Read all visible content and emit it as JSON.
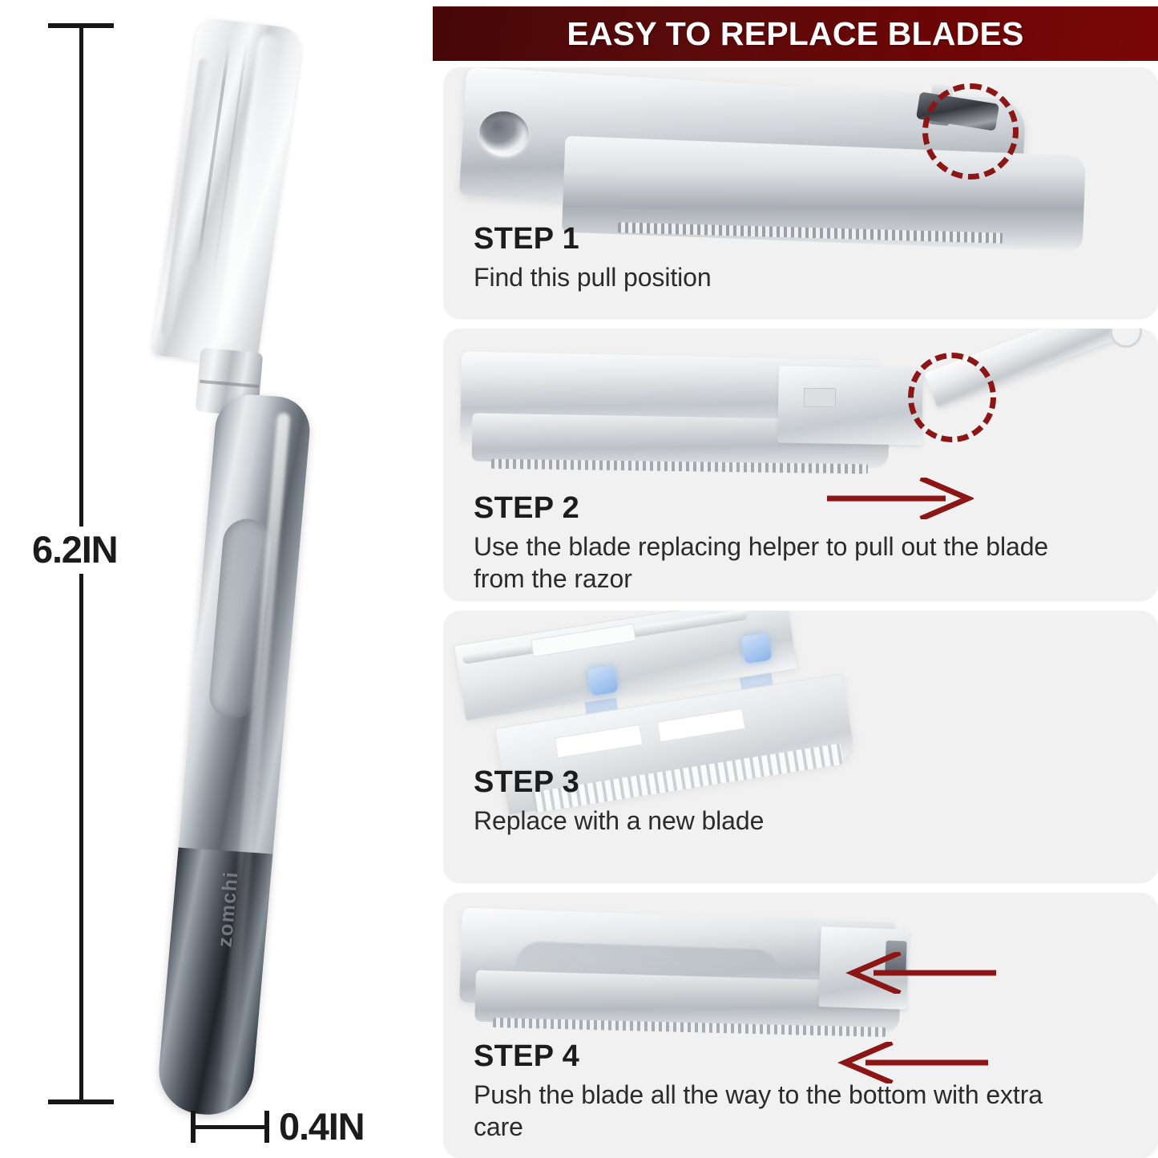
{
  "product": {
    "brand_engraving": "zomchi",
    "dimensions": {
      "length_label": "6.2IN",
      "width_label": "0.4IN"
    }
  },
  "banner": {
    "title": "EASY TO REPLACE BLADES",
    "background_color_start": "#470707",
    "background_color_end": "#7a0707",
    "text_color": "#ffffff"
  },
  "steps": [
    {
      "title": "STEP 1",
      "description": "Find this pull position",
      "highlight": "dashed-circle",
      "highlight_color": "#8c1616",
      "arrow": null
    },
    {
      "title": "STEP 2",
      "description": "Use the blade replacing helper to pull out the blade from the razor",
      "highlight": "dashed-circle",
      "highlight_color": "#8c1616",
      "arrow": "right-arrow",
      "arrow_color": "#8c1616"
    },
    {
      "title": "STEP 3",
      "description": "Replace with a new blade",
      "highlight": "blue-alignment-beams",
      "highlight_color": "#8ab4ea",
      "arrow": null
    },
    {
      "title": "STEP 4",
      "description": "Push the blade all the way to the bottom with extra care",
      "highlight": null,
      "arrow": "left-arrow",
      "arrow_color": "#8c1616"
    }
  ],
  "colors": {
    "card_background": "#f1f1f1",
    "page_background": "#ffffff",
    "accent_red": "#8c1616",
    "text_dark": "#1c1c1c"
  }
}
